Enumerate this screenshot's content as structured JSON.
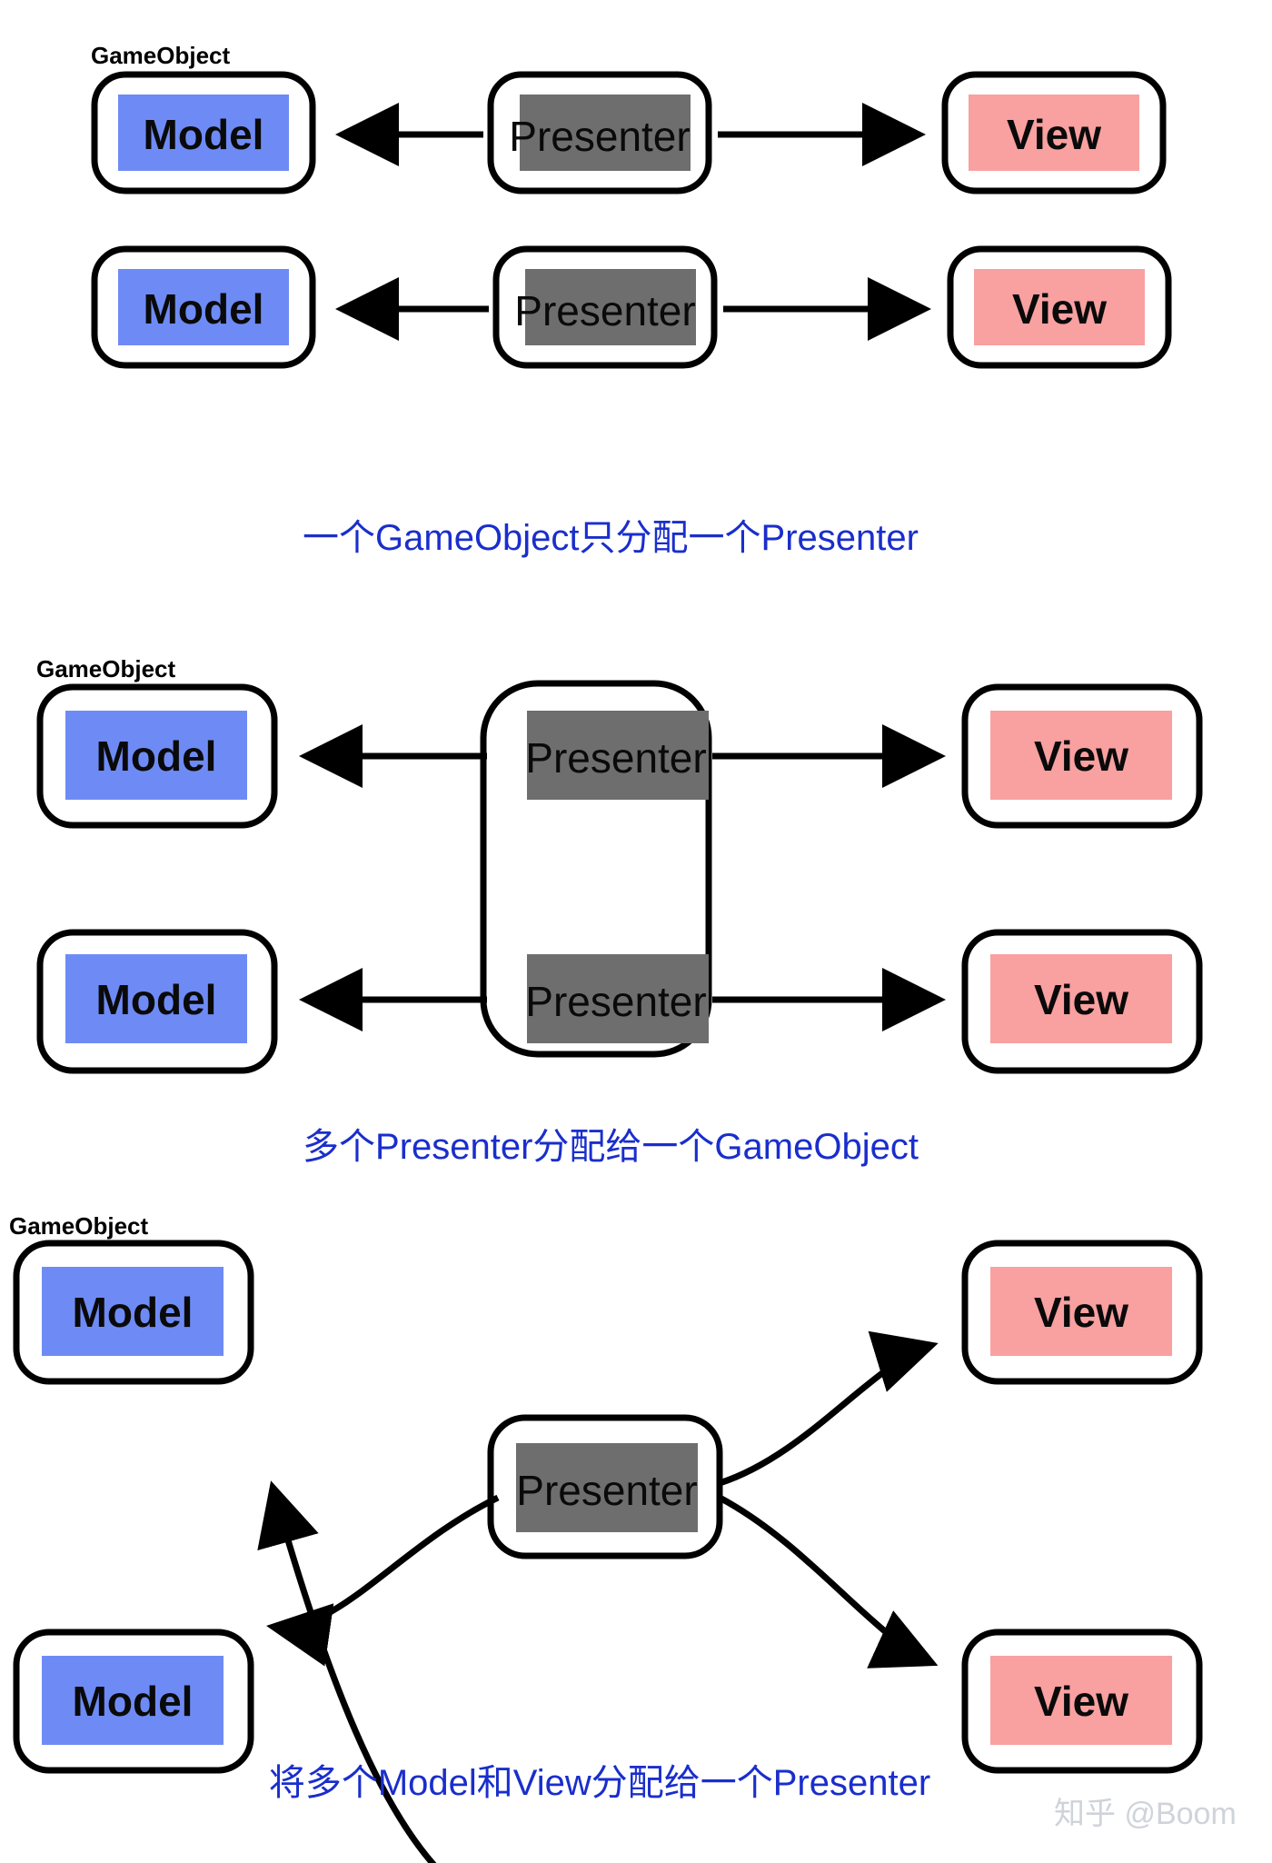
{
  "page": {
    "background": "#ffffff",
    "watermark": "知乎 @Boom"
  },
  "palette": {
    "model_fill": "#6e8bf5",
    "view_fill": "#f9a0a0",
    "presenter_fill": "#6e6e6e",
    "shell_stroke": "#000000",
    "shell_fill": "#ffffff",
    "caption_color": "#1a2ecc",
    "watermark_color": "#cfd3da"
  },
  "labels": {
    "gameobject": "GameObject",
    "model": "Model",
    "view": "View",
    "presenter": "Presenter"
  },
  "sections": [
    {
      "id": "one-presenter-per-gameobject",
      "caption": "一个GameObject只分配一个Presenter",
      "gameobject_tag": "GameObject",
      "rows": [
        {
          "model": "Model",
          "presenter": "Presenter",
          "view": "View"
        },
        {
          "model": "Model",
          "presenter": "Presenter",
          "view": "View"
        }
      ],
      "arrow_style": "straight",
      "presenter_grouping": "separate"
    },
    {
      "id": "many-presenters-one-gameobject",
      "caption": "多个Presenter分配给一个GameObject",
      "gameobject_tag": "GameObject",
      "rows": [
        {
          "model": "Model",
          "presenter": "Presenter",
          "view": "View"
        },
        {
          "model": "Model",
          "presenter": "Presenter",
          "view": "View"
        }
      ],
      "arrow_style": "straight",
      "presenter_grouping": "shared-container"
    },
    {
      "id": "many-model-view-one-presenter",
      "caption": "将多个Model和View分配给一个Presenter",
      "gameobject_tag": "GameObject",
      "rows": [
        {
          "model": "Model",
          "view": "View"
        },
        {
          "model": "Model",
          "view": "View"
        }
      ],
      "presenter": "Presenter",
      "arrow_style": "curved",
      "presenter_grouping": "single-central"
    }
  ]
}
